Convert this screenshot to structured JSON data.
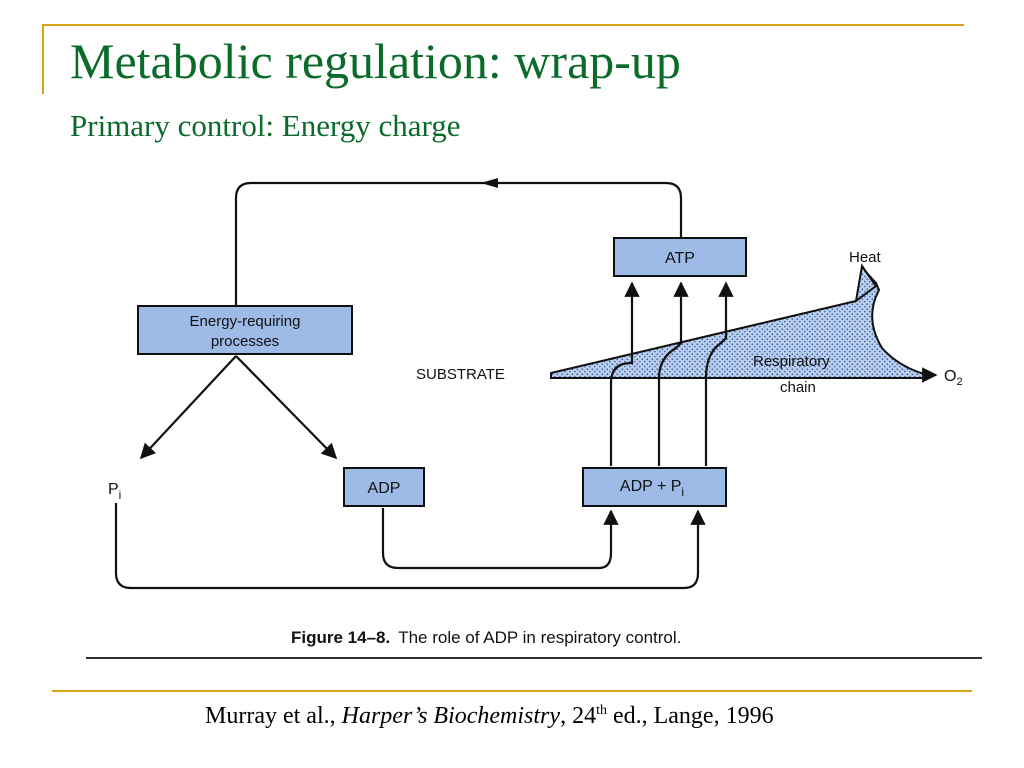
{
  "slide": {
    "title": "Metabolic regulation: wrap-up",
    "subtitle": "Primary control: Energy charge"
  },
  "diagram": {
    "boxes": {
      "atp": "ATP",
      "energy_requiring_line1": "Energy-requiring",
      "energy_requiring_line2": "processes",
      "adp": "ADP",
      "adp_pi_main": "ADP + P",
      "adp_pi_sub": "i"
    },
    "labels": {
      "substrate": "SUBSTRATE",
      "heat": "Heat",
      "respiratory": "Respiratory",
      "chain": "chain",
      "o2_main": "O",
      "o2_sub": "2",
      "pi_main": "P",
      "pi_sub": "i"
    },
    "caption": {
      "figure_number": "Figure 14–8.",
      "text": "The role of ADP in respiratory control."
    },
    "colors": {
      "box_fill": "#9dbbe6",
      "stipple": "#5f84c4",
      "line": "#111111"
    }
  },
  "citation": {
    "authors": "Murray et al., ",
    "book": "Harper’s Biochemistry",
    "edition_prefix": ", 24",
    "edition_sup": "th",
    "rest": " ed., Lange, 1996"
  }
}
